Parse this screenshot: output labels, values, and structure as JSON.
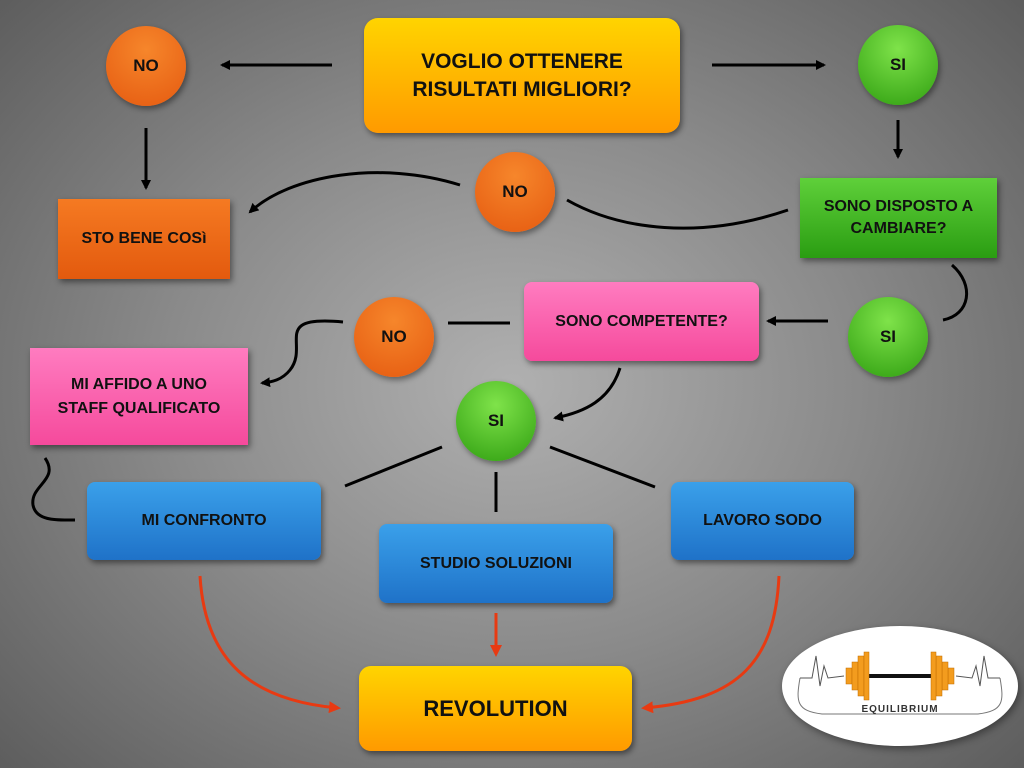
{
  "nodes": {
    "question": "VOGLIO OTTENERE RISULTATI MIGLIORI?",
    "no1": "NO",
    "si1": "SI",
    "sto_bene": "STO BENE COSì",
    "no2": "NO",
    "disposto": "SONO DISPOSTO A CAMBIARE?",
    "si2": "SI",
    "competente": "SONO COMPETENTE?",
    "no3": "NO",
    "affido": "MI AFFIDO A UNO STAFF QUALIFICATO",
    "si3": "SI",
    "confronto": "MI CONFRONTO",
    "studio": "STUDIO SOLUZIONI",
    "lavoro": "LAVORO SODO",
    "revolution": "REVOLUTION"
  },
  "logo": {
    "name": "EQUILIBRIUM"
  },
  "colors": {
    "orange": "#f06a14",
    "green": "#4cbf22",
    "pink": "#f75aa8",
    "blue": "#2a86d6",
    "yellow": "#ffc400",
    "red_arrow": "#e83a12"
  }
}
